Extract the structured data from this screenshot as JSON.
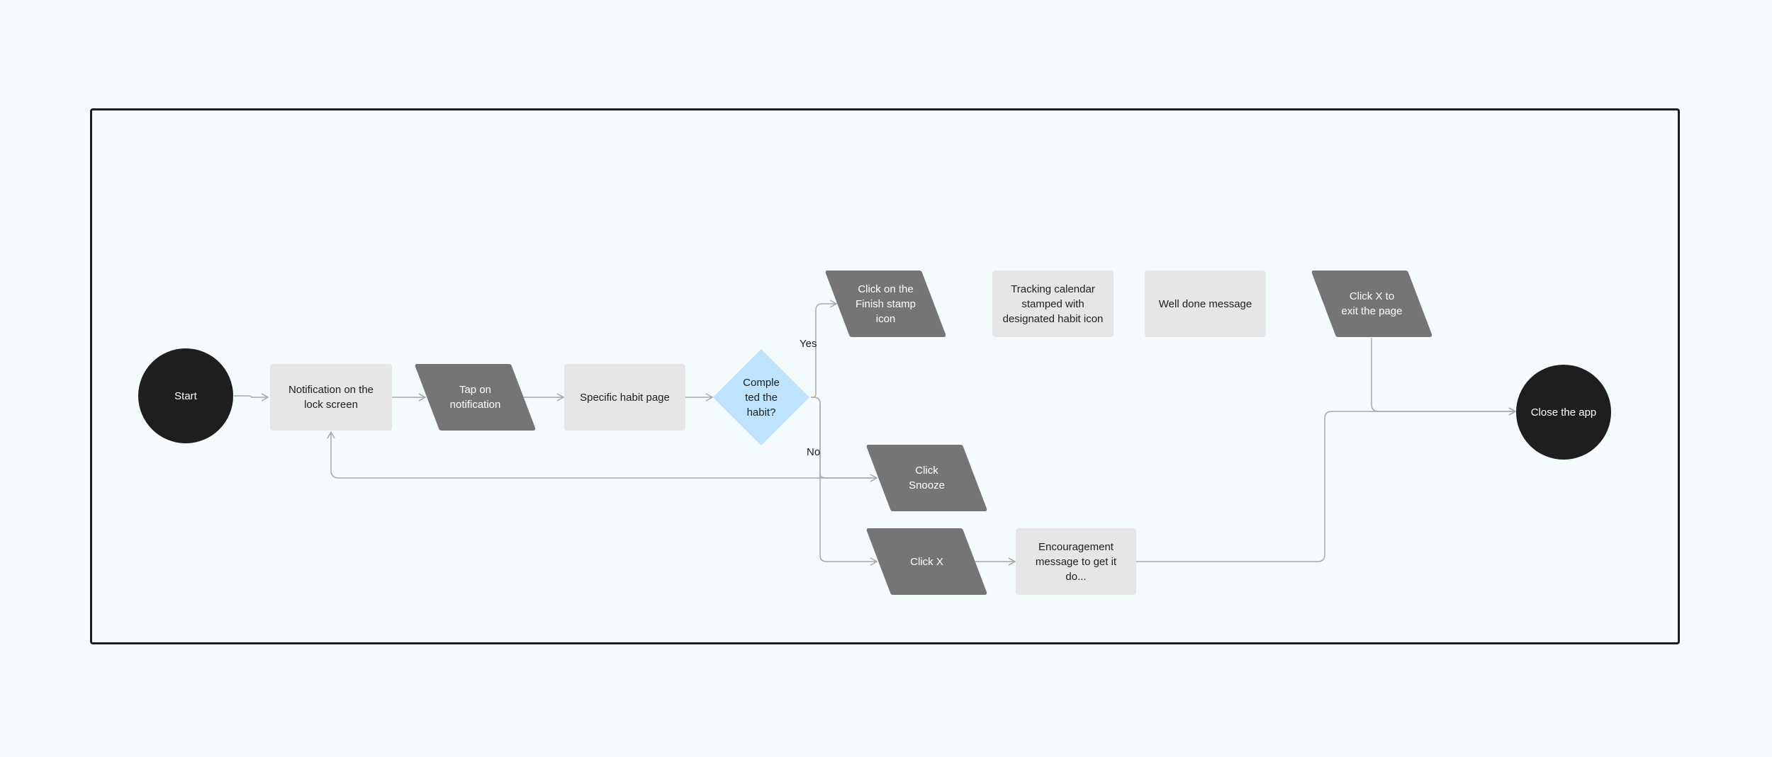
{
  "diagram": {
    "nodes": {
      "start": "Start",
      "notification": "Notification on the lock screen",
      "tap_notification": "Tap on notification",
      "habit_page": "Specific habit page",
      "decision": "Comple ted the habit?",
      "finish_stamp": "Click on the Finish stamp icon",
      "tracking_calendar": "Tracking calendar stamped with designated habit icon",
      "well_done": "Well done message",
      "click_x_exit": "Click X to exit the page",
      "close_app": "Close the app",
      "click_snooze": "Click Snooze",
      "click_x": "Click X",
      "encouragement": "Encouragement message to get it do..."
    },
    "edge_labels": {
      "yes": "Yes",
      "no": "No"
    },
    "colors": {
      "terminal": "#1e1e1e",
      "process": "#e6e6e6",
      "action": "#757575",
      "decision": "#bde3ff",
      "connector": "#a8a8a8",
      "frame_border": "#1e1e1e",
      "background": "#f5fafd"
    }
  }
}
